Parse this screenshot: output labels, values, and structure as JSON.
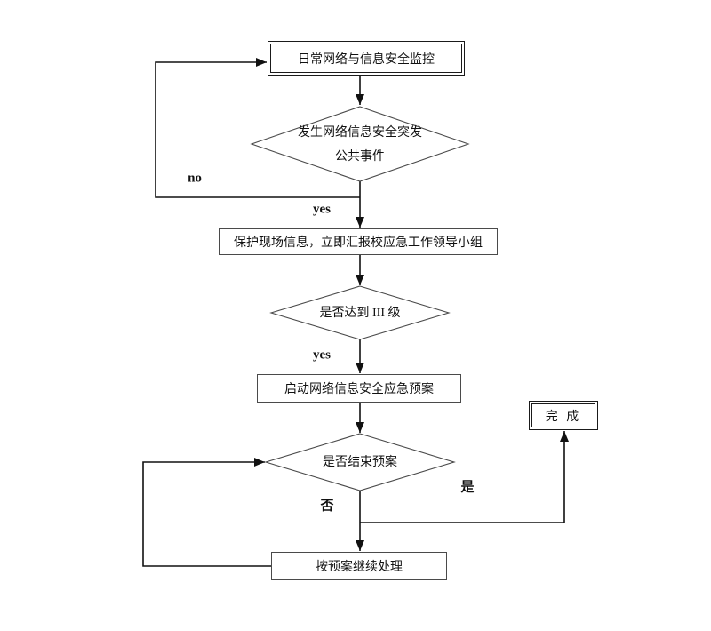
{
  "colors": {
    "background": "#ffffff",
    "line": "#111111",
    "shape_border": "#4a4a4a",
    "text": "#111111"
  },
  "flowchart": {
    "nodes": {
      "start": {
        "shape": "rect-double-border",
        "label": "日常网络与信息安全监控"
      },
      "decision_event": {
        "shape": "diamond",
        "label": "发生网络信息安全突发公共事件",
        "line1": "发生网络信息安全突发",
        "line2": "公共事件"
      },
      "report": {
        "shape": "rect",
        "label": "保护现场信息，立即汇报校应急工作领导小组"
      },
      "decision_level": {
        "shape": "diamond",
        "label": "是否达到 III 级"
      },
      "start_plan": {
        "shape": "rect",
        "label": "启动网络信息安全应急预案"
      },
      "decision_end": {
        "shape": "diamond",
        "label": "是否结束预案"
      },
      "done": {
        "shape": "rect-double-border",
        "label": "完 成"
      },
      "continue_handling": {
        "shape": "rect",
        "label": "按预案继续处理"
      }
    },
    "edge_labels": {
      "no_event": "no",
      "yes_event": "yes",
      "yes_level": "yes",
      "yes_end": "是",
      "no_end": "否"
    }
  }
}
